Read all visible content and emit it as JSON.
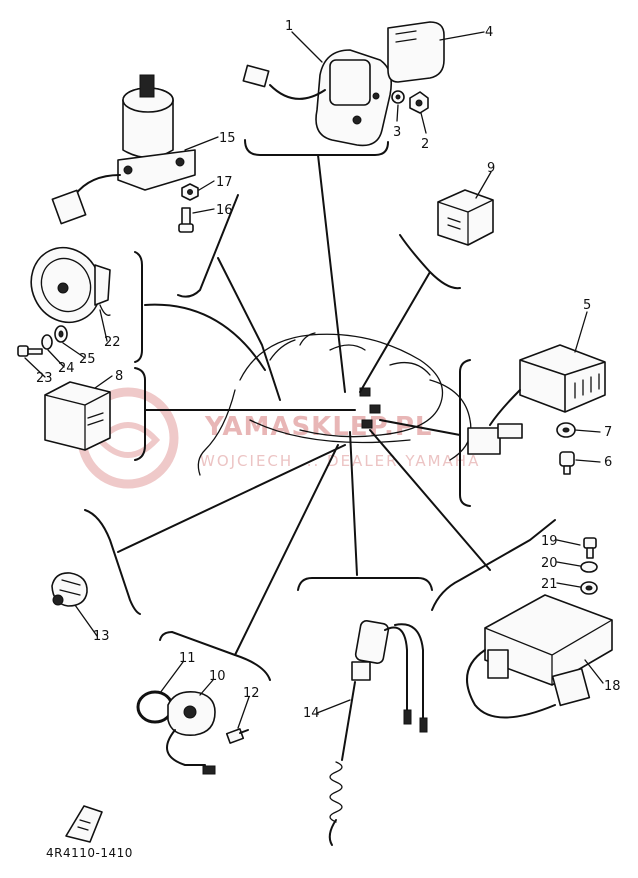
{
  "diagram": {
    "part_code": "4R4110-1410",
    "watermark": {
      "title": "YAMASKLEP.PL",
      "subtitle": "WOJCIECH ... DEALER YAMAHA"
    },
    "callouts": [
      {
        "id": "c1",
        "label": "1"
      },
      {
        "id": "c2",
        "label": "2"
      },
      {
        "id": "c3",
        "label": "3"
      },
      {
        "id": "c4",
        "label": "4"
      },
      {
        "id": "c5",
        "label": "5"
      },
      {
        "id": "c6",
        "label": "6"
      },
      {
        "id": "c7",
        "label": "7"
      },
      {
        "id": "c8",
        "label": "8"
      },
      {
        "id": "c9",
        "label": "9"
      },
      {
        "id": "c10",
        "label": "10"
      },
      {
        "id": "c11",
        "label": "11"
      },
      {
        "id": "c12",
        "label": "12"
      },
      {
        "id": "c13",
        "label": "13"
      },
      {
        "id": "c14",
        "label": "14"
      },
      {
        "id": "c15",
        "label": "15"
      },
      {
        "id": "c16",
        "label": "16"
      },
      {
        "id": "c17",
        "label": "17"
      },
      {
        "id": "c18",
        "label": "18"
      },
      {
        "id": "c19",
        "label": "19"
      },
      {
        "id": "c20",
        "label": "20"
      },
      {
        "id": "c21",
        "label": "21"
      },
      {
        "id": "c22",
        "label": "22"
      },
      {
        "id": "c23",
        "label": "23"
      },
      {
        "id": "c24",
        "label": "24"
      },
      {
        "id": "c25",
        "label": "25"
      }
    ]
  }
}
